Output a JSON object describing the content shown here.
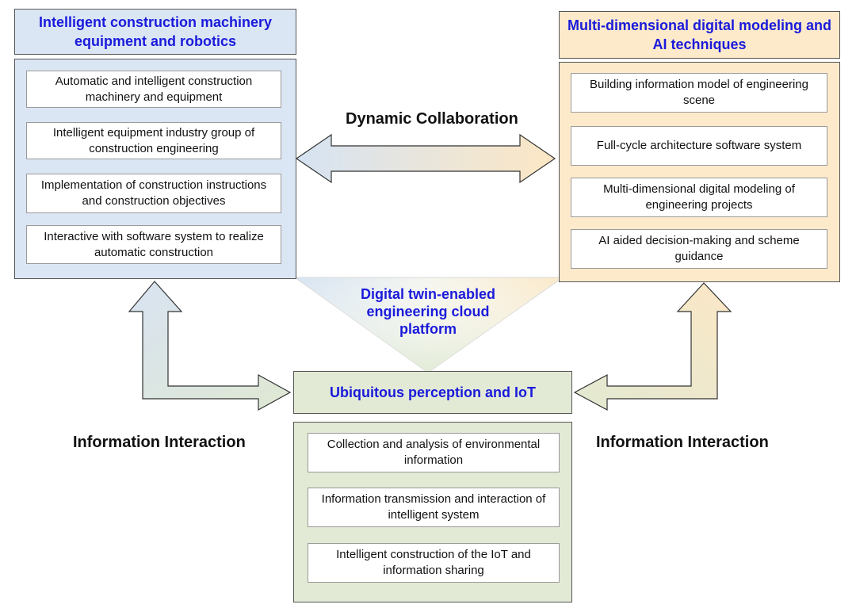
{
  "left_module": {
    "title": "Intelligent construction machinery equipment and robotics",
    "items": [
      "Automatic and intelligent construction machinery and equipment",
      "Intelligent equipment industry group of construction engineering",
      "Implementation of construction instructions and construction objectives",
      "Interactive with software system to realize automatic construction"
    ]
  },
  "right_module": {
    "title": "Multi-dimensional digital modeling and AI techniques",
    "items": [
      "Building information model of engineering scene",
      "Full-cycle architecture software system",
      "Multi-dimensional digital modeling of engineering projects",
      "AI aided decision-making and scheme guidance"
    ]
  },
  "bottom_module": {
    "title": "Ubiquitous perception and IoT",
    "items": [
      "Collection and analysis of environmental information",
      "Information transmission and interaction of intelligent system",
      "Intelligent construction of the IoT and information sharing"
    ]
  },
  "center": {
    "label": "Digital twin-enabled engineering cloud platform",
    "collaboration_label": "Dynamic Collaboration"
  },
  "interaction": {
    "left_label": "Information Interaction",
    "right_label": "Information Interaction"
  },
  "colors": {
    "left_fill": "#dbe6f4",
    "right_fill": "#fdeacb",
    "bottom_fill": "#e2ead5",
    "title_text": "#1a1adb",
    "small_arrow_blue": "#4a7cc4"
  }
}
